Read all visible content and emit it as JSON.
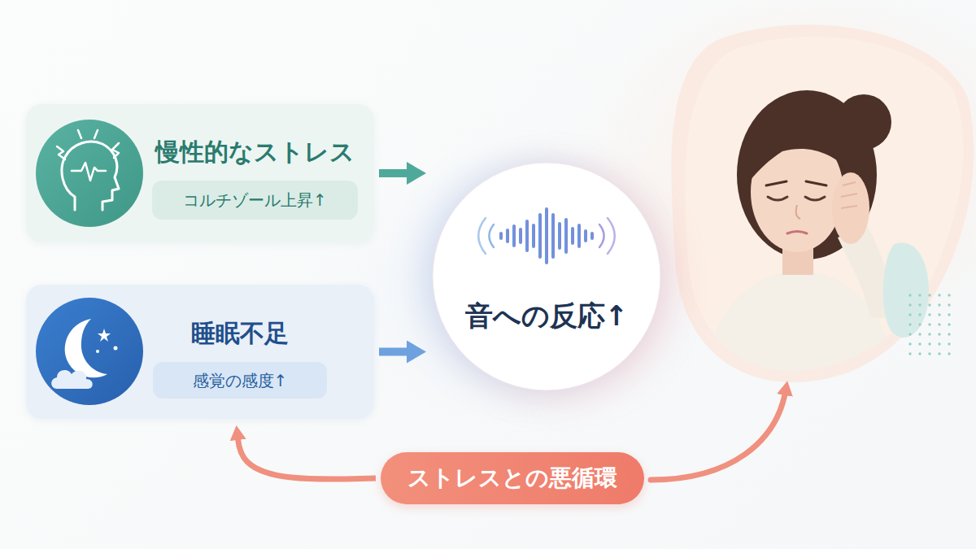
{
  "diagram": {
    "nodes": [
      {
        "text": [
          "慢性的なストレス"
        ]
      },
      {
        "text": [
          "コルチゾール上昇↑"
        ],
        "in": 0
      },
      {
        "text": [
          "睡眠不足"
        ]
      },
      {
        "text": [
          "感覚の感度↑"
        ],
        "in": 2
      },
      {
        "text": [
          "音への反応↑"
        ]
      },
      {
        "text": [
          "ストレスとの悪循環"
        ]
      }
    ],
    "edges": [
      {
        "from": 0,
        "to": 4,
        "arrow": "to"
      },
      {
        "from": 2,
        "to": 4,
        "arrow": "to"
      },
      {
        "from": 5,
        "to": 2,
        "arrow": "to"
      }
    ]
  }
}
